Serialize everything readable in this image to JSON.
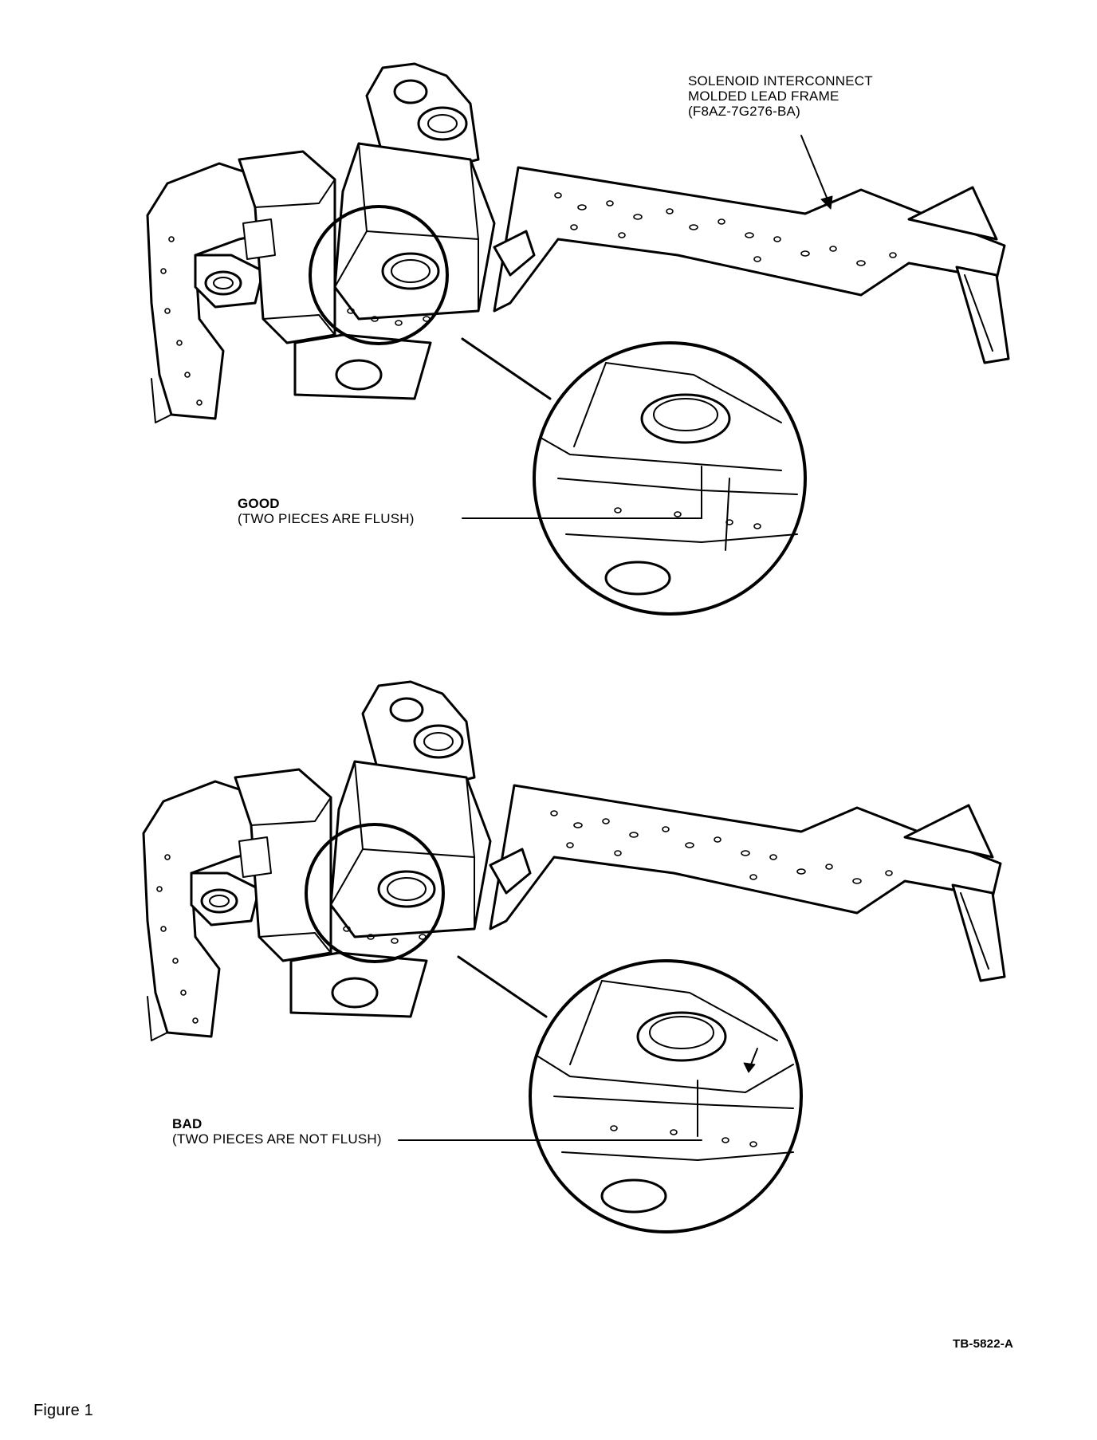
{
  "callouts": {
    "lead_frame": {
      "line1": "SOLENOID INTERCONNECT",
      "line2": "MOLDED LEAD FRAME",
      "line3": "(F8AZ-7G276-BA)"
    },
    "good": {
      "title": "GOOD",
      "detail": "(TWO PIECES ARE FLUSH)"
    },
    "bad": {
      "title": "BAD",
      "detail": "(TWO PIECES ARE  NOT FLUSH)"
    }
  },
  "reference_code": "TB-5822-A",
  "figure_caption": "Figure 1"
}
